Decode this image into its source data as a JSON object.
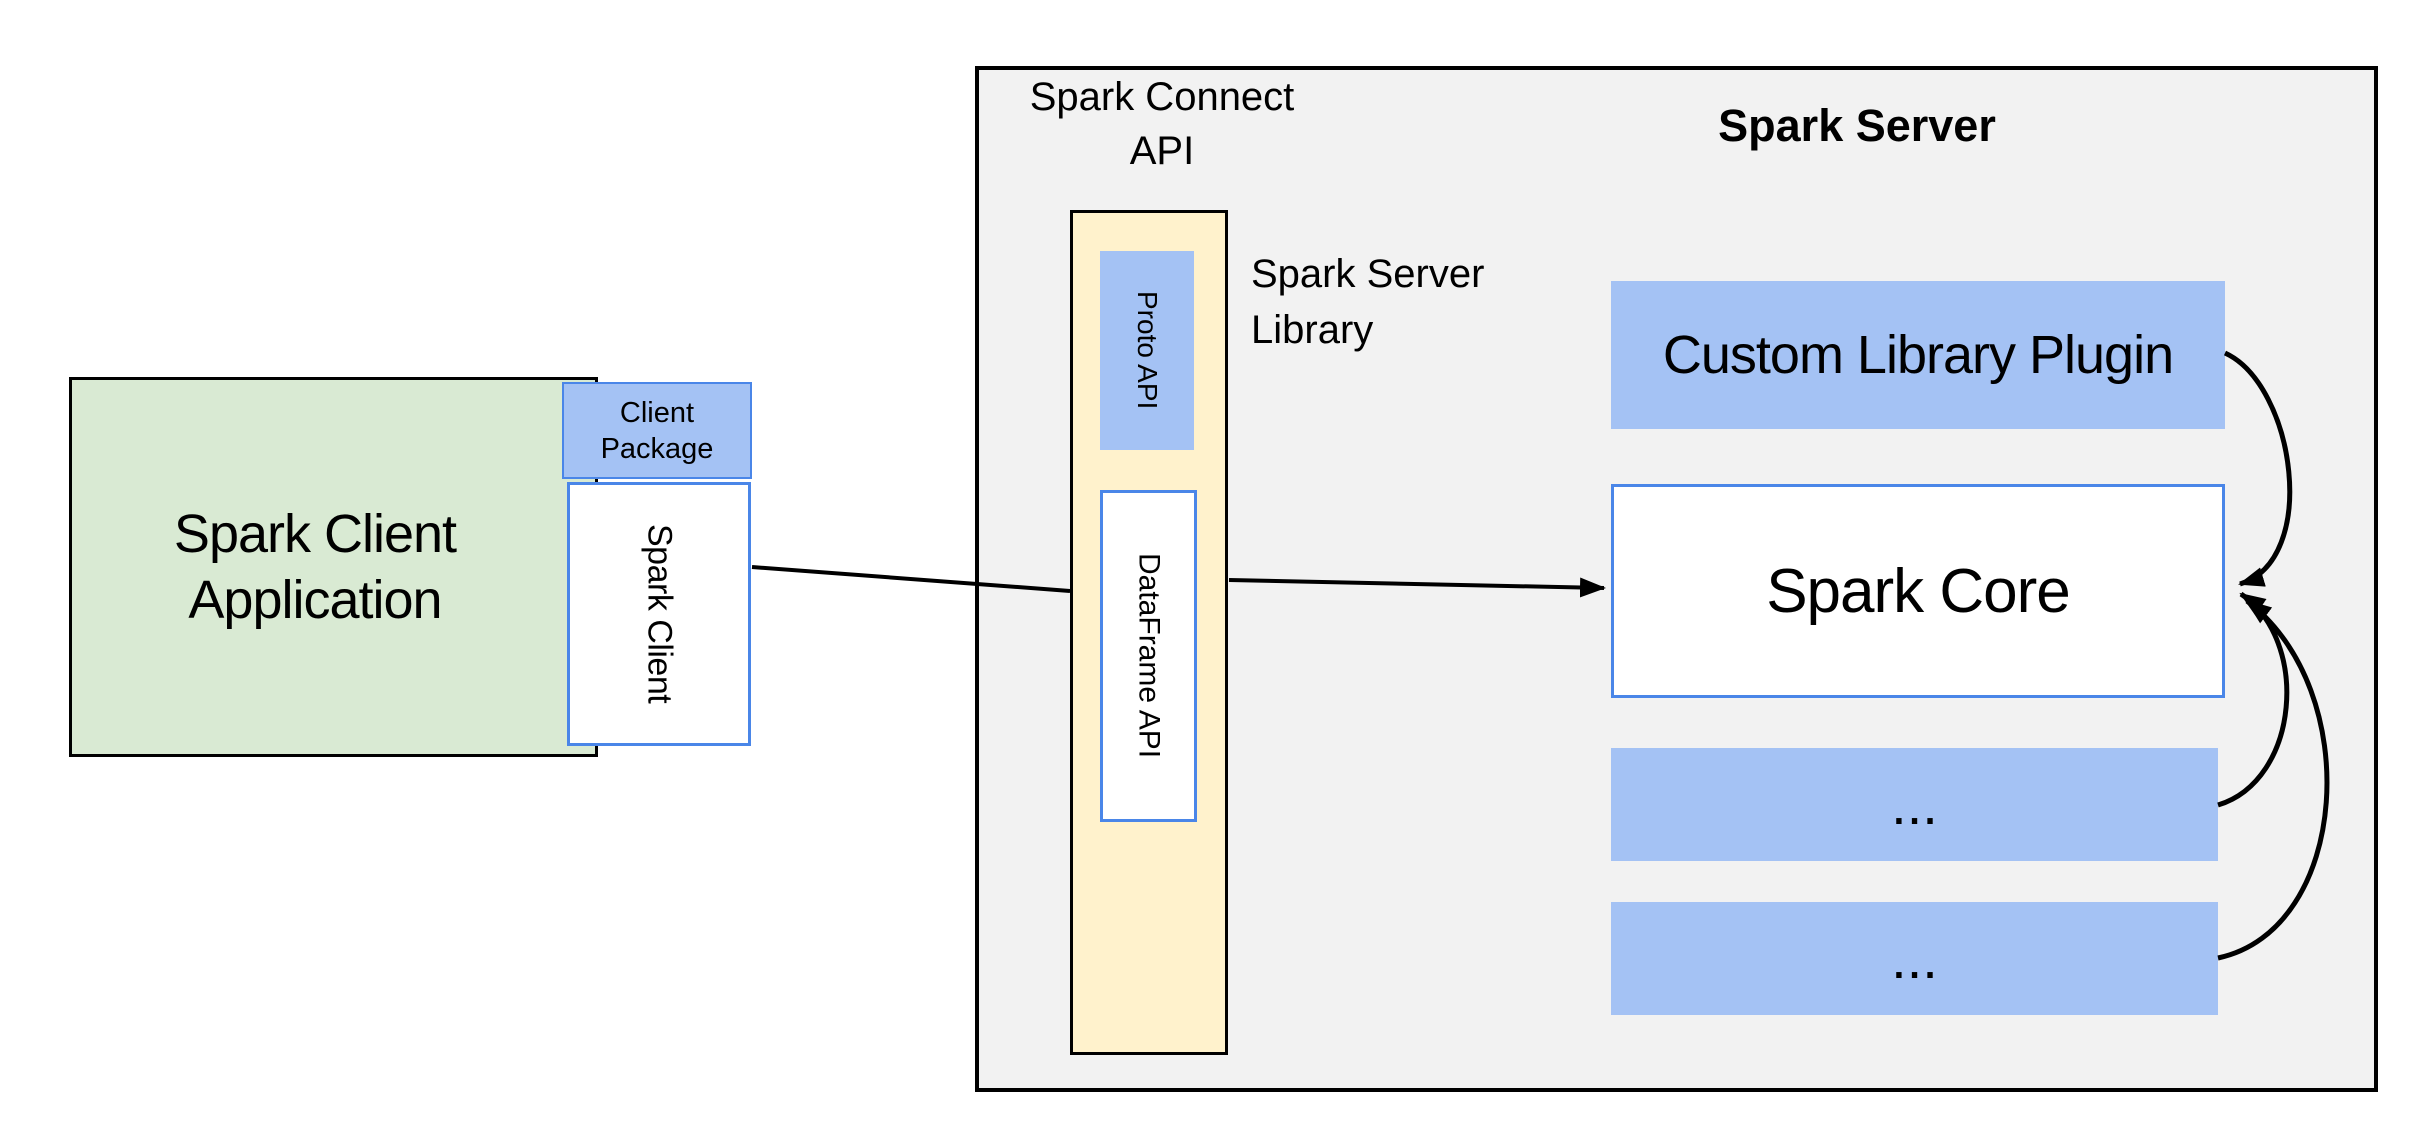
{
  "theme": {
    "gray_fill": "#f2f2f2",
    "green_fill": "#d9ead3",
    "blue_fill": "#a4c2f4",
    "yellow_fill": "#fff2cc",
    "blue_border": "#4a86e8",
    "line_color": "#000000"
  },
  "client": {
    "application_label": "Spark Client Application",
    "package_label": "Client Package",
    "client_label": "Spark Client"
  },
  "connect_api": {
    "title": "Spark Connect API",
    "proto_label": "Proto API",
    "dataframe_label": "DataFrame API",
    "library_caption": "Spark Server Library"
  },
  "server": {
    "title": "Spark Server",
    "plugin_label": "Custom Library Plugin",
    "core_label": "Spark Core",
    "extra_boxes": [
      "...",
      "..."
    ]
  }
}
